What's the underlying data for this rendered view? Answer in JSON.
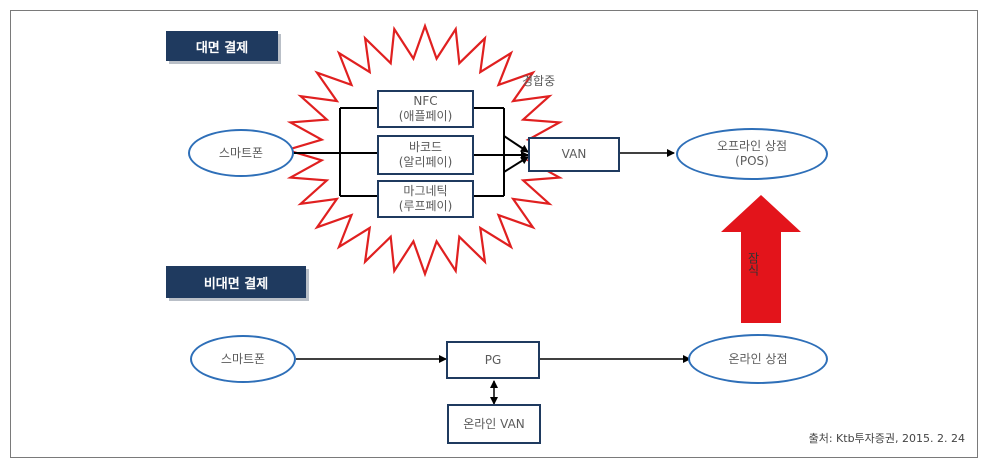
{
  "sections": {
    "offline_label": "대면 결제",
    "online_label": "비대면 결제"
  },
  "offline": {
    "smartphone": "스마트폰",
    "methods": [
      {
        "line1": "NFC",
        "line2": "(애플페이)"
      },
      {
        "line1": "바코드",
        "line2": "(알리페이)"
      },
      {
        "line1": "마그네틱",
        "line2": "(루프페이)"
      }
    ],
    "competition_label": "경합중",
    "van": "VAN",
    "store_line1": "오프라인 상점",
    "store_line2": "(POS)"
  },
  "online": {
    "smartphone": "스마트폰",
    "pg": "PG",
    "online_van": "온라인 VAN",
    "store": "온라인 상점"
  },
  "erosion_label": "잠식",
  "source": "출처: Ktb투자증권, 2015. 2. 24",
  "colors": {
    "navy": "#1f3a5f",
    "oval_border": "#2e6fb8",
    "burst": "#e02020",
    "big_arrow": "#e3141b"
  }
}
